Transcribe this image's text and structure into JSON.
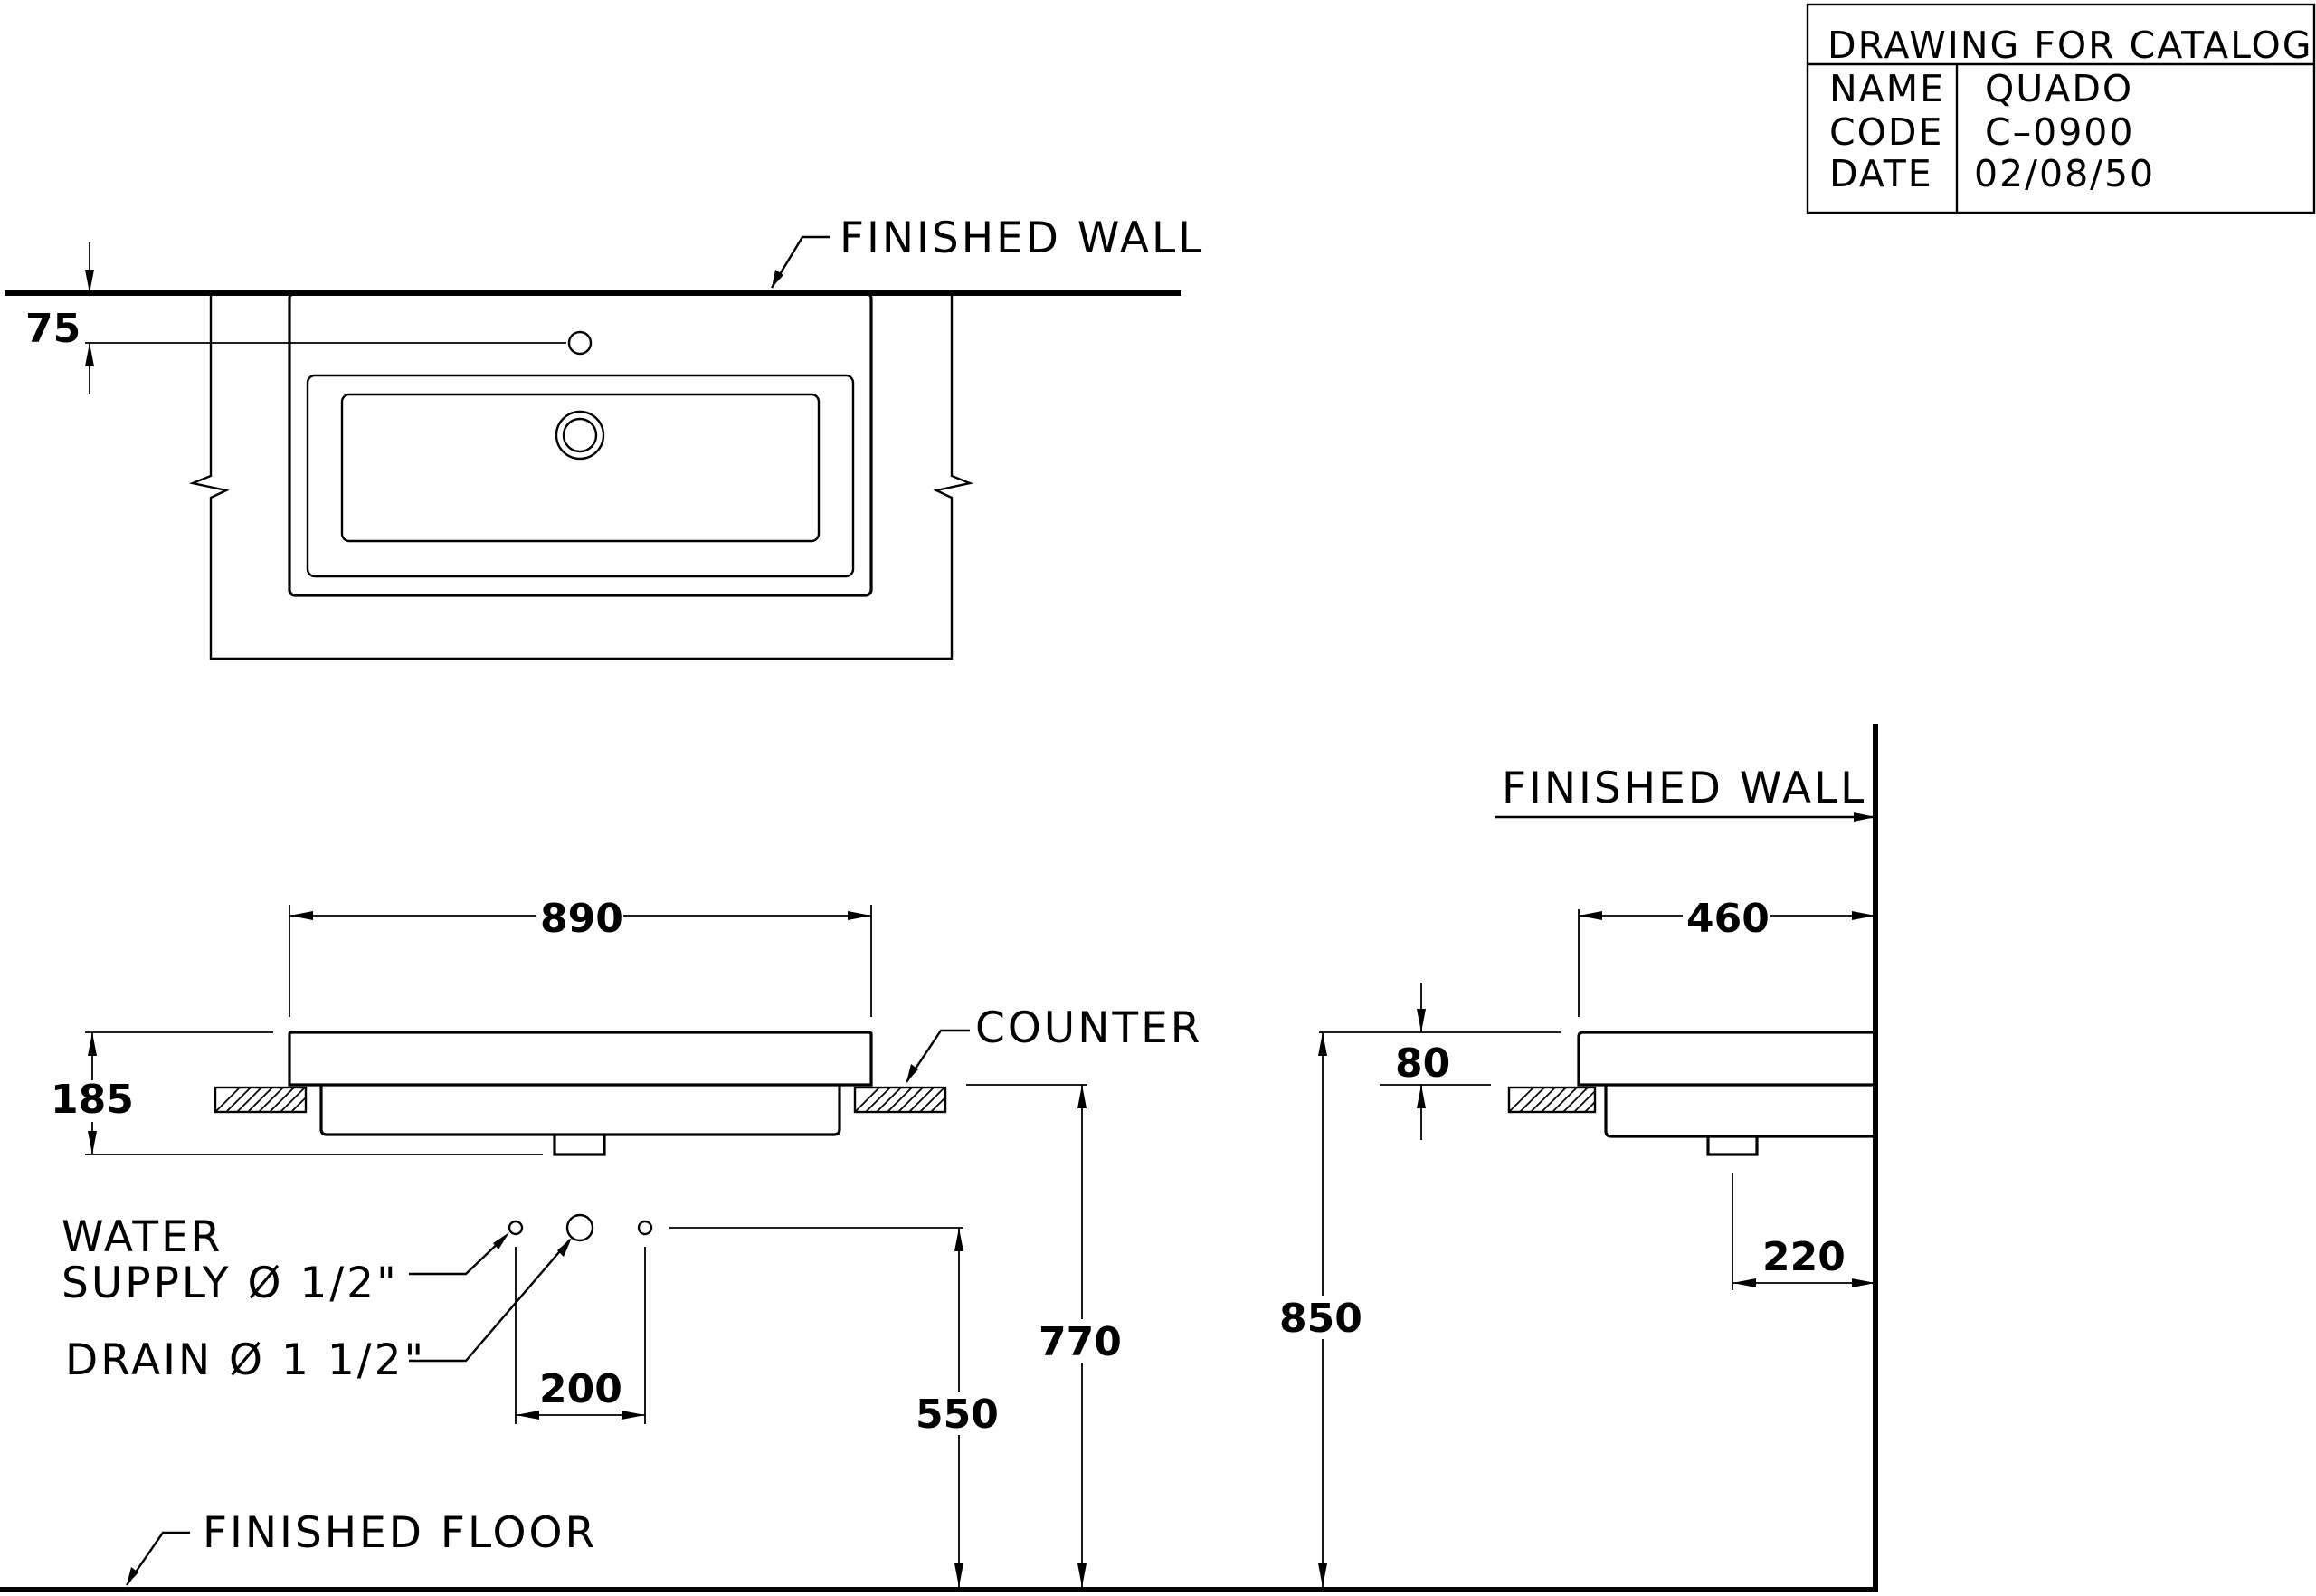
{
  "title_block": {
    "heading": "DRAWING  FOR  CATALOG",
    "name_label": "NAME",
    "name_value": "QUADO",
    "code_label": "CODE",
    "code_value": "C–0900",
    "date_label": "DATE",
    "date_value": "02/08/50"
  },
  "labels": {
    "finished_wall_top": "FINISHED  WALL",
    "finished_wall_side": "FINISHED  WALL",
    "counter": "COUNTER",
    "water_supply_line1": "WATER",
    "water_supply_line2": "SUPPLY Ø 1/2\"",
    "drain": "DRAIN Ø 1  1/2\"",
    "finished_floor": "FINISHED  FLOOR"
  },
  "dimensions_mm": {
    "tap_hole_from_wall": "75",
    "overall_width": "890",
    "basin_height": "185",
    "supply_spacing": "200",
    "supply_height": "550",
    "counter_height": "770",
    "rim_height": "850",
    "depth": "460",
    "counter_to_rim": "80",
    "drain_from_wall": "220"
  }
}
